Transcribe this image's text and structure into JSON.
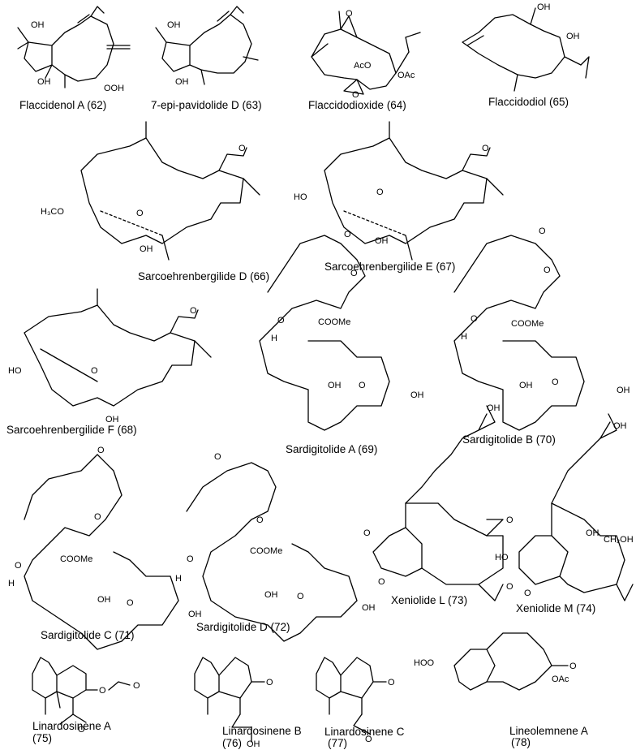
{
  "figure": {
    "compounds": [
      {
        "id": "c62",
        "name": "Flaccidenol A (62)"
      },
      {
        "id": "c63",
        "name": "7-epi-pavidolide D (63)"
      },
      {
        "id": "c64",
        "name": "Flaccidodioxide (64)"
      },
      {
        "id": "c65",
        "name": "Flaccidodiol (65)"
      },
      {
        "id": "c66",
        "name": "Sarcoehrenbergilide D (66)"
      },
      {
        "id": "c67",
        "name": "Sarcoehrenbergilide E (67)"
      },
      {
        "id": "c68",
        "name": "Sarcoehrenbergilide F (68)"
      },
      {
        "id": "c69",
        "name": "Sardigitolide A (69)"
      },
      {
        "id": "c70",
        "name": "Sardigitolide B (70)"
      },
      {
        "id": "c71",
        "name": "Sardigitolide C (71)"
      },
      {
        "id": "c72",
        "name": "Sardigitolide D (72)"
      },
      {
        "id": "c73",
        "name": "Xeniolide L (73)"
      },
      {
        "id": "c74",
        "name": "Xeniolide M (74)"
      },
      {
        "id": "c75",
        "name": "Linardosinene A",
        "number": "(75)"
      },
      {
        "id": "c76",
        "name": "Linardosinene B",
        "number": "(76)"
      },
      {
        "id": "c77",
        "name": "Linardosinene C",
        "number": "(77)"
      },
      {
        "id": "c78",
        "name": "Lineolemnene A",
        "number": "(78)"
      }
    ],
    "atom_labels": {
      "OH": "OH",
      "OOH": "OOH",
      "HO": "HO",
      "HOO": "HOO",
      "O": "O",
      "AcO": "AcO",
      "OAc": "OAc",
      "H3CO": "H₃CO",
      "COOMe": "COOMe",
      "H": "H",
      "CH2OH": "CH₂OH"
    }
  }
}
